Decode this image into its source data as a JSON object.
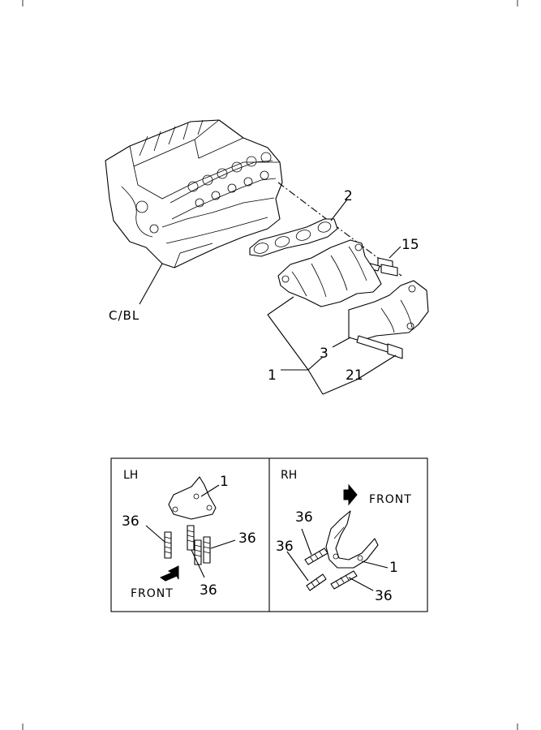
{
  "callouts": {
    "cbl": "C/BL",
    "p2": "2",
    "p15": "15",
    "p3": "3",
    "p1": "1",
    "p21": "21"
  },
  "lh_panel": {
    "title": "LH",
    "part": "1",
    "stud_a": "36",
    "stud_b": "36",
    "stud_c": "36",
    "front": "FRONT"
  },
  "rh_panel": {
    "title": "RH",
    "front": "FRONT",
    "stud_a": "36",
    "stud_b": "36",
    "part": "1",
    "stud_c": "36"
  }
}
